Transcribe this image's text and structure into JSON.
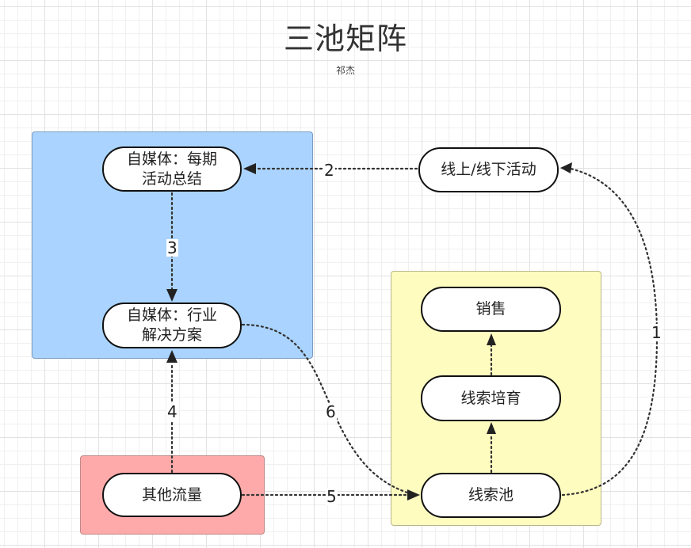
{
  "title": "三池矩阵",
  "subtitle": "祁杰",
  "colors": {
    "media_pool": "#aad4ff",
    "lead_pool": "#fffcc0",
    "traffic_pool": "#ffaaaa",
    "node_fill": "#ffffff",
    "node_border": "#111111"
  },
  "pools": [
    {
      "name": "media-pool",
      "color": "#aad4ff"
    },
    {
      "name": "lead-pool",
      "color": "#fffcc0"
    },
    {
      "name": "traffic-pool",
      "color": "#ffaaaa"
    }
  ],
  "nodes": {
    "summary": {
      "line1": "自媒体：每期",
      "line2": "活动总结"
    },
    "solution": {
      "line1": "自媒体：行业",
      "line2": "解决方案"
    },
    "activity": {
      "label": "线上/线下活动"
    },
    "sales": {
      "label": "销售"
    },
    "nurture": {
      "label": "线索培育"
    },
    "lead_pool": {
      "label": "线索池"
    },
    "other": {
      "label": "其他流量"
    }
  },
  "edges": [
    {
      "id": "1",
      "label": "1",
      "from": "线索池",
      "to": "线上/线下活动"
    },
    {
      "id": "2",
      "label": "2",
      "from": "线上/线下活动",
      "to": "自媒体：每期活动总结"
    },
    {
      "id": "3",
      "label": "3",
      "from": "自媒体：每期活动总结",
      "to": "自媒体：行业解决方案"
    },
    {
      "id": "4",
      "label": "4",
      "from": "其他流量",
      "to": "自媒体：行业解决方案"
    },
    {
      "id": "5",
      "label": "5",
      "from": "其他流量",
      "to": "线索池"
    },
    {
      "id": "6",
      "label": "6",
      "from": "自媒体：行业解决方案",
      "to": "线索池"
    },
    {
      "id": "7",
      "label": "",
      "from": "线索池",
      "to": "线索培育"
    },
    {
      "id": "8",
      "label": "",
      "from": "线索培育",
      "to": "销售"
    }
  ]
}
